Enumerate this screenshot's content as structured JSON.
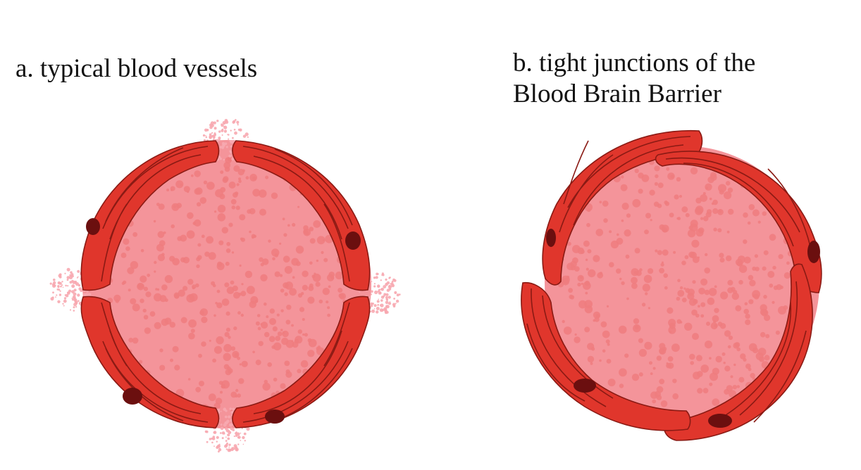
{
  "figure": {
    "panel_a": {
      "label": "a. typical blood vessels",
      "cells": 4,
      "gaps": [
        "top",
        "right",
        "bottom",
        "left"
      ],
      "description": "endothelial cells with gaps letting particles leak"
    },
    "panel_b": {
      "label_line1": "b. tight junctions of the",
      "label_line2": "Blood Brain Barrier",
      "cells": 4,
      "description": "overlapping endothelial cells forming tight junctions"
    }
  },
  "colors": {
    "background": "#ffffff",
    "cell": "#e0362c",
    "cell_outline": "#8a1a14",
    "nucleus": "#6b0f0f",
    "lumen": "#f4949a",
    "particle": "#ef7d7f",
    "leak": "#f7a9b0",
    "text": "#111111"
  }
}
